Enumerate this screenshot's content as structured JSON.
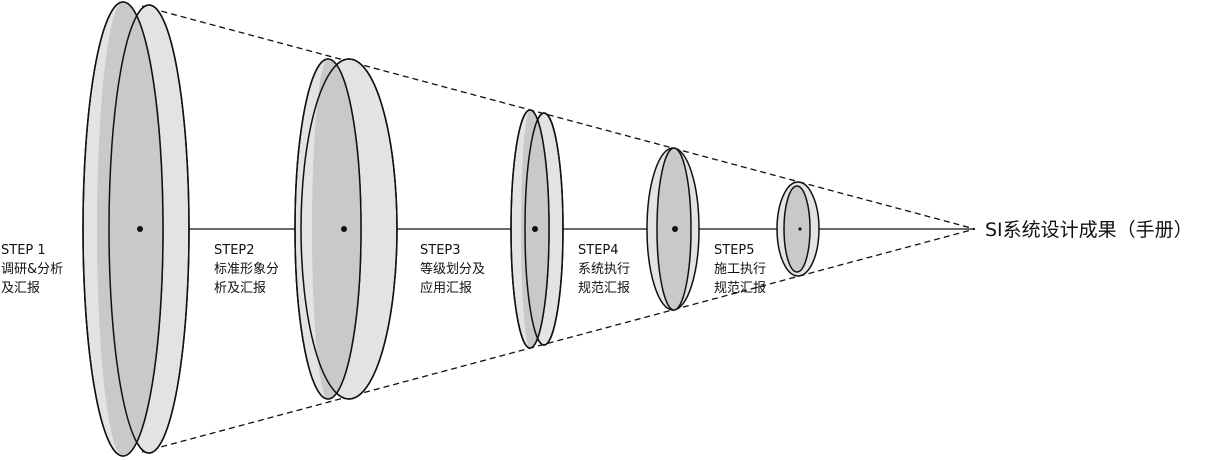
{
  "steps": [
    {
      "title": "STEP 1",
      "lines": [
        "调研&分析",
        "及汇报"
      ]
    },
    {
      "title": "STEP2",
      "lines": [
        "标准形象分",
        "析及汇报"
      ]
    },
    {
      "title": "STEP3",
      "lines": [
        "等级划分及",
        "应用汇报"
      ]
    },
    {
      "title": "STEP4",
      "lines": [
        "系统执行",
        "规范汇报"
      ]
    },
    {
      "title": "STEP5",
      "lines": [
        "施工执行",
        "规范汇报"
      ]
    }
  ],
  "result": "SI系统设计成果（手册）",
  "colors": {
    "disc_back": "#e3e3e3",
    "disc_front": "#c9c9c9",
    "stroke": "#111111"
  }
}
